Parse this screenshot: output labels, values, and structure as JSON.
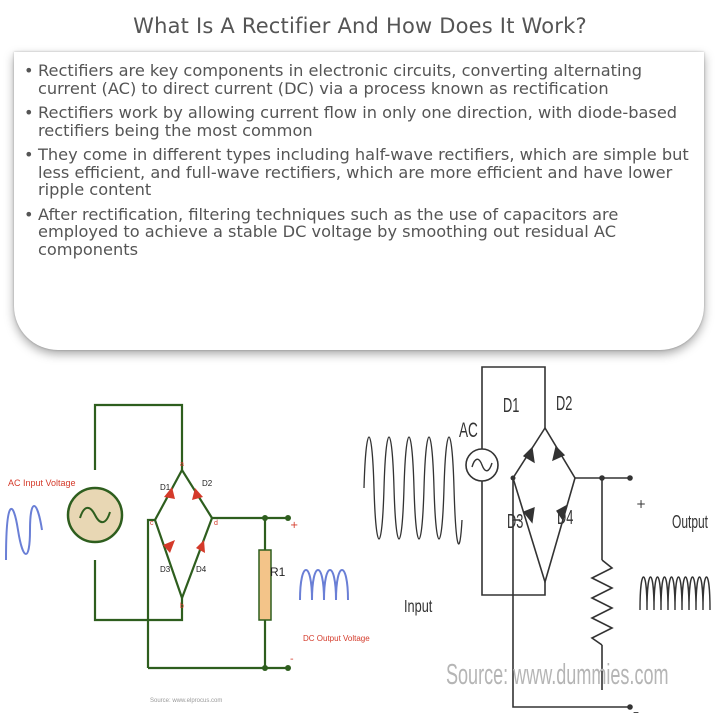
{
  "title": "What Is A Rectifier And How Does It Work?",
  "bullets": [
    "Rectifiers are key components in electronic circuits, converting alternating current (AC) to direct current (DC) via a process known as rectification",
    "Rectifiers work by allowing current flow in only one direction, with diode-based rectifiers being the most common",
    "They come in different types including half-wave rectifiers, which are simple but less efficient, and full-wave rectifiers, which are more efficient and have lower ripple content",
    "After rectification, filtering techniques such as the use of capacitors are employed to achieve a stable DC voltage by smoothing out residual AC components"
  ],
  "left_circuit": {
    "ac_input_label": "AC Input Voltage",
    "dc_output_label": "DC Output Voltage",
    "resistor_label": "R1",
    "diodes": [
      "D1",
      "D2",
      "D3",
      "D4"
    ],
    "nodes": [
      "a",
      "b",
      "c",
      "d"
    ],
    "plus": "+",
    "minus": "-",
    "source": "Source: www.elprocus.com",
    "wire_color": "#2e5e1e",
    "wave_color": "#6a7fd6"
  },
  "right_circuit": {
    "ac_label": "AC",
    "diodes": [
      "D1",
      "D2",
      "D3",
      "D4"
    ],
    "input_label": "Input",
    "output_label": "Output",
    "plus": "+",
    "minus": "–",
    "source": "Source: www.dummies.com"
  }
}
